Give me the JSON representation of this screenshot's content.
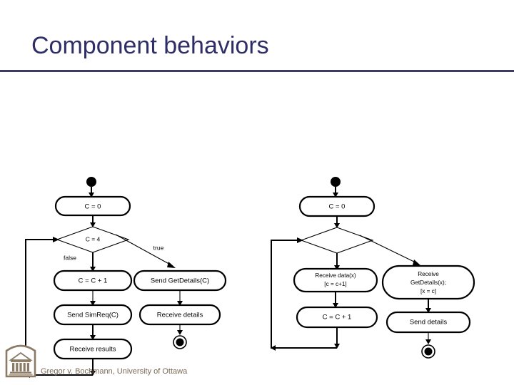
{
  "slide": {
    "title": "Component behaviors",
    "background_color": "#ffffff",
    "title_color": "#2e2e66",
    "rule_color": "#3d3c60"
  },
  "footer": {
    "credit": "Gregor v. Bochmann, University of Ottawa",
    "credit_color": "#7a6a58",
    "logo_name": "university-of-ottawa-building-logo"
  },
  "diagrams": [
    {
      "id": "client-behavior",
      "side": "left",
      "initial_node": "filled-circle",
      "final_node": "bullseye-circle",
      "nodes": [
        {
          "id": "init-c",
          "label": "C = 0"
        },
        {
          "id": "incr-c",
          "label": "C = C + 1"
        },
        {
          "id": "send-simreq",
          "label": "Send SimReq(C)"
        },
        {
          "id": "recv-results",
          "label": "Receive results"
        },
        {
          "id": "send-getdet",
          "label": "Send GetDetails(C)"
        },
        {
          "id": "recv-details",
          "label": "Receive details"
        }
      ],
      "decision": {
        "id": "guard-c4",
        "label": "C = 4",
        "branch_false": "false",
        "branch_true": "true"
      }
    },
    {
      "id": "server-behavior",
      "side": "right",
      "initial_node": "filled-circle",
      "final_node": "bullseye-circle",
      "nodes": [
        {
          "id": "init-c2",
          "label": "C = 0"
        },
        {
          "id": "recv-data",
          "label_line1": "Receive data(x)",
          "label_line2": "[c = c+1]"
        },
        {
          "id": "incr-c2",
          "label": "C = C + 1"
        },
        {
          "id": "recv-getdet",
          "label_line1": "Receive",
          "label_line2": "GetDetails(x);",
          "label_line3": "[x = c]"
        },
        {
          "id": "send-details",
          "label": "Send details"
        }
      ],
      "decision": {
        "id": "guard-blank",
        "label": ""
      }
    }
  ]
}
